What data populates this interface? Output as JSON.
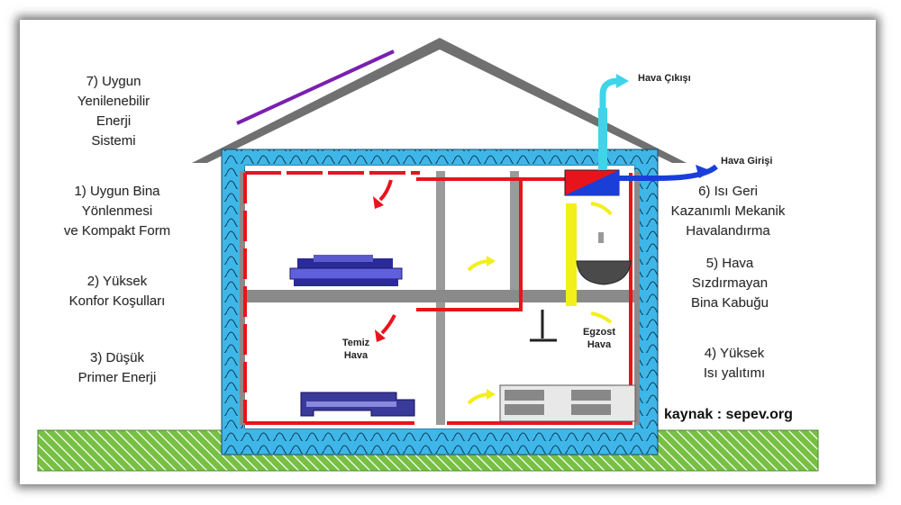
{
  "labels": {
    "renewable": [
      "7) Uygun",
      "Yenilenebilir",
      "Enerji",
      "Sistemi"
    ],
    "orientation": [
      "1) Uygun Bina",
      "Yönlenmesi",
      "ve Kompakt Form"
    ],
    "comfort": [
      "2) Yüksek",
      "Konfor Koşulları"
    ],
    "primary": [
      "3) Düşük",
      "Primer Enerji"
    ],
    "heat_recovery": [
      "6) Isı Geri",
      "Kazanımlı Mekanik",
      "Havalandırma"
    ],
    "envelope": [
      "5) Hava",
      "Sızdırmayan",
      "Bina Kabuğu"
    ],
    "insulation": [
      "4) Yüksek",
      "Isı yalıtımı"
    ]
  },
  "air": {
    "exhaust_out": "Hava Çıkışı",
    "intake": "Hava Girişi",
    "fresh": [
      "Temiz",
      "Hava"
    ],
    "exhaust": [
      "Egzost",
      "Hava"
    ]
  },
  "source": "kaynak : sepev.org",
  "colors": {
    "insulation": "#3fb6e8",
    "roof": "#707070",
    "duct_supply": "#e8141c",
    "duct_exhaust": "#f2ef1b",
    "intake_arrow": "#1a3fd9",
    "outlet_arrow": "#3fd4e8",
    "solar_panel": "#7a1fb0",
    "ground": "#77c043"
  },
  "icons": [
    "bed-icon",
    "sofa-icon",
    "bathtub-icon",
    "kitchen-icon",
    "heat-exchanger-icon",
    "table-icon"
  ]
}
